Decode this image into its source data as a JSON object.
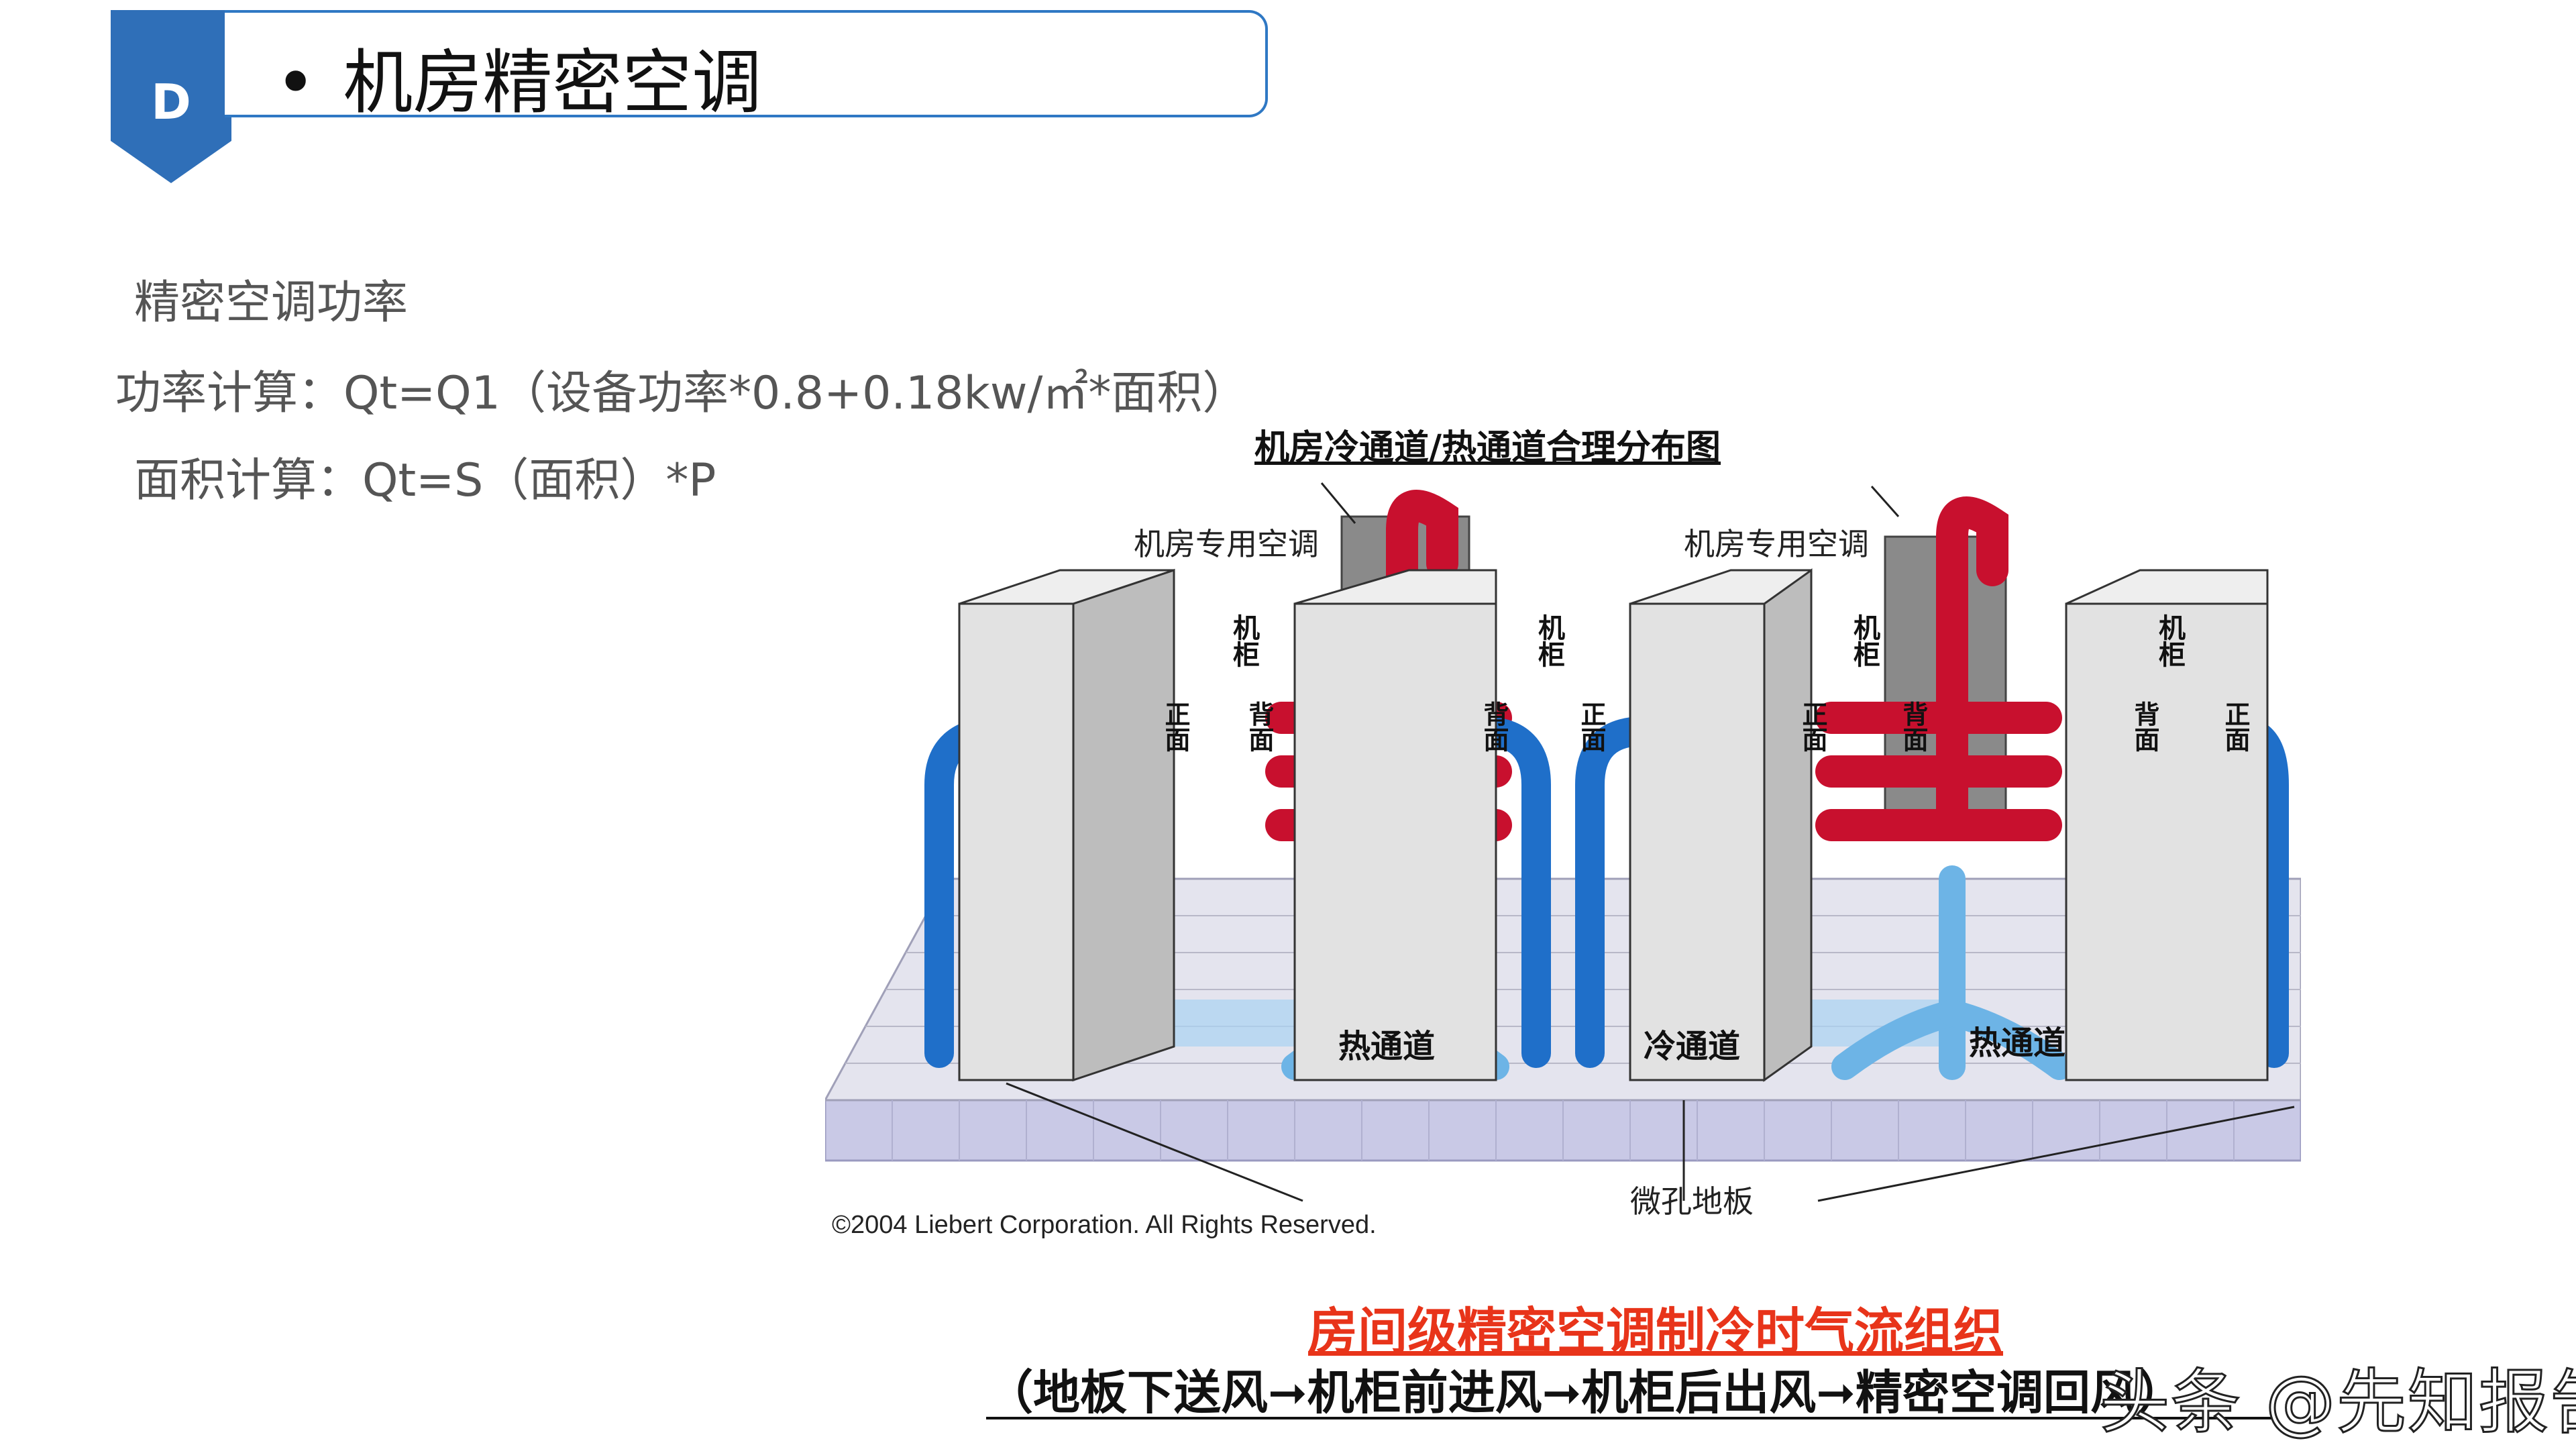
{
  "header": {
    "badge_letter": "D",
    "bullet": "•",
    "title": "机房精密空调"
  },
  "content": {
    "line1": "精密空调功率",
    "line2": "功率计算：Qt=Q1（设备功率*0.8+0.18kw/㎡*面积）",
    "line3": "面积计算：Qt=S（面积）*P"
  },
  "diagram": {
    "title": "机房冷通道/热通道合理分布图",
    "ac_label_left": "机房专用空调",
    "ac_label_right": "机房专用空调",
    "cabinet_label": "机柜",
    "front_label": "正面",
    "back_label": "背面",
    "hot_aisle_1": "热通道",
    "cold_aisle": "冷通道",
    "hot_aisle_2": "热通道",
    "floor_label": "微孔地板",
    "copyright": "©2004 Liebert Corporation. All Rights Reserved.",
    "colors": {
      "hot": "#c8102e",
      "cold": "#1f6fc9",
      "cold_light": "#7ab8e8",
      "cabinet": "#d9d9d9",
      "floor": "#c9c9e6"
    }
  },
  "caption": {
    "red": "房间级精密空调制冷时气流组织",
    "black": "（地板下送风➞机柜前进风➞机柜后出风➞精密空调回风）"
  },
  "watermark": "头条 @先知报告"
}
